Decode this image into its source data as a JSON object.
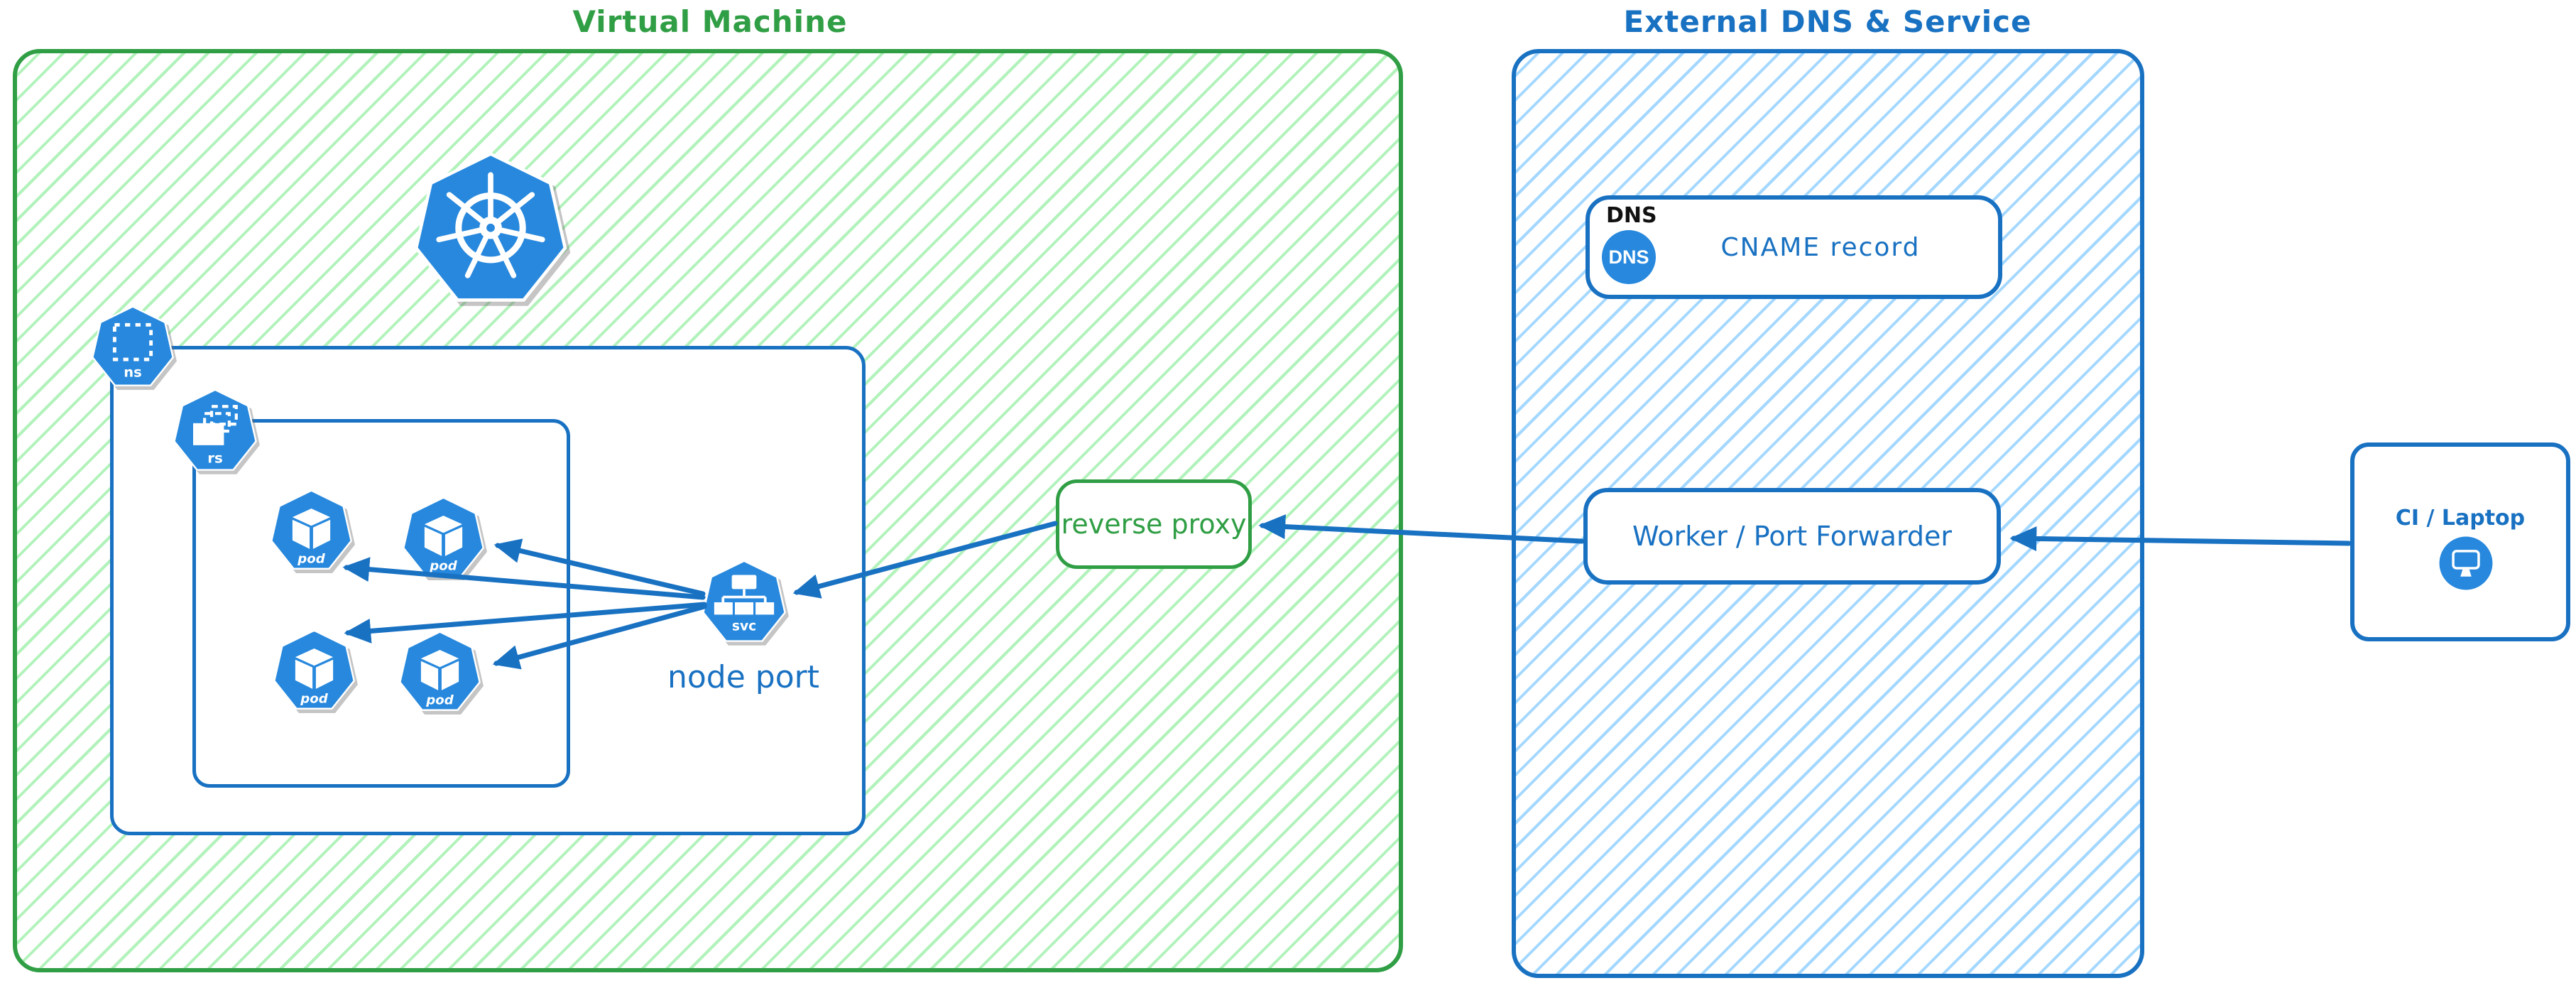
{
  "diagram": {
    "vm": {
      "title": "Virtual Machine",
      "kubernetes_icon": "kubernetes-wheel-logo",
      "namespace_icon_label": "ns",
      "replicaset_icon_label": "rs",
      "pods": [
        "pod",
        "pod",
        "pod",
        "pod"
      ],
      "service": {
        "icon_label": "svc",
        "caption": "node port"
      },
      "reverse_proxy_label": "reverse proxy"
    },
    "external": {
      "title": "External DNS & Service",
      "dns_box": {
        "tag": "DNS",
        "badge": "DNS",
        "record": "CNAME record"
      },
      "worker_label": "Worker / Port Forwarder"
    },
    "client": {
      "label": "CI / Laptop",
      "icon": "monitor"
    },
    "flow": [
      "CI / Laptop -> Worker / Port Forwarder",
      "Worker / Port Forwarder -> reverse proxy",
      "reverse proxy -> svc node port",
      "svc -> pod (x4)"
    ],
    "colors": {
      "green_stroke": "#2f9e44",
      "green_hatch": "#b2f2bb",
      "blue_stroke": "#1971c2",
      "blue_hatch": "#a5d8ff",
      "icon_blue": "#2788dd",
      "tag_black": "#111111",
      "background": "#ffffff"
    }
  }
}
